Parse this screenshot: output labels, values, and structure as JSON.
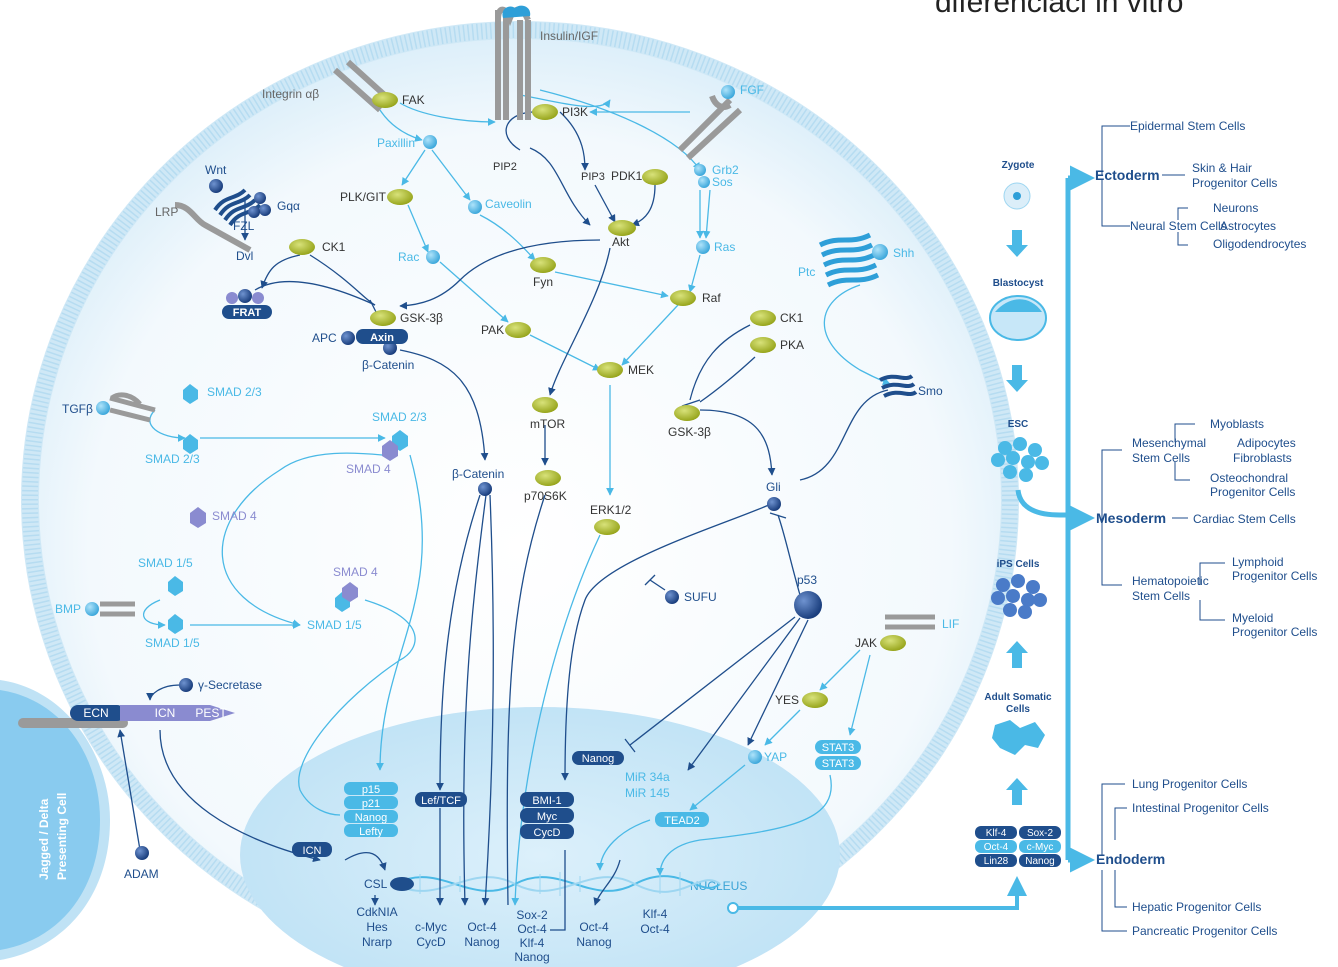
{
  "header": {
    "partial_title": "diferenciaci in vitro"
  },
  "receptors": {
    "insulin": "Insulin/IGF",
    "integrin": "Integrin αβ",
    "fgf": "FGF",
    "wnt": "Wnt",
    "lrp": "LRP",
    "fzl": "FZL",
    "gqa": "Gqα",
    "tgfb": "TGFβ",
    "bmp": "BMP",
    "shh": "Shh",
    "ptc": "Ptc",
    "lif": "LIF",
    "smo": "Smo"
  },
  "kinases": {
    "fak": "FAK",
    "pi3k": "PI3K",
    "paxillin": "Paxillin",
    "pip2": "PIP2",
    "pip3": "PIP3",
    "pdk1": "PDK1",
    "akt": "Akt",
    "grb2": "Grb2",
    "sos": "Sos",
    "plk": "PLK/GIT",
    "caveolin": "Caveolin",
    "rac": "Rac",
    "fyn": "Fyn",
    "ras": "Ras",
    "raf": "Raf",
    "ck1a": "CK1",
    "dvl": "Dvl",
    "frat": "FRAT",
    "gsk3b_a": "GSK-3β",
    "apc": "APC",
    "axin": "Axin",
    "bcat_a": "β-Catenin",
    "pak": "PAK",
    "mek": "MEK",
    "ck1b": "CK1",
    "pka": "PKA",
    "gsk3b_b": "GSK-3β",
    "mtor": "mTOR",
    "p70": "p70S6K",
    "erk": "ERK1/2",
    "bcat_b": "β-Catenin",
    "gli": "Gli",
    "sufu": "SUFU",
    "p53": "p53",
    "jak": "JAK",
    "yes": "YES",
    "yap": "YAP",
    "stat3a": "STAT3",
    "stat3b": "STAT3"
  },
  "smads": {
    "s23a": "SMAD 2/3",
    "s23b": "SMAD 2/3",
    "s23c": "SMAD 2/3",
    "s4a": "SMAD 4",
    "s4b": "SMAD 4",
    "s4c": "SMAD 4",
    "s15a": "SMAD 1/5",
    "s15b": "SMAD 1/5",
    "s15c": "SMAD 1/5"
  },
  "notch": {
    "gamma": "γ-Secretase",
    "ecn": "ECN",
    "icn": "ICN",
    "pest": "PEST",
    "adam": "ADAM",
    "icn2": "ICN",
    "csl": "CSL",
    "jagged1": "Jagged / Delta",
    "jagged2": "Presenting Cell"
  },
  "nucleus": {
    "label": "NUCLEUS",
    "p15": "p15",
    "p21": "p21",
    "nanog": "Nanog",
    "lefty": "Lefty",
    "lef": "Lef/TCF",
    "bmi": "BMI-1",
    "myc": "Myc",
    "cycd": "CycD",
    "nanog2": "Nanog",
    "mir34": "MiR 34a",
    "mir145": "MiR 145",
    "tead": "TEAD2",
    "t1": [
      "CdkNIA",
      "Hes",
      "Nrarp"
    ],
    "t2": [
      "c-Myc",
      "CycD"
    ],
    "t3": [
      "Oct-4",
      "Nanog"
    ],
    "t4": [
      "Sox-2",
      "Oct-4",
      "Klf-4",
      "Nanog"
    ],
    "t5": [
      "Oct-4",
      "Nanog"
    ],
    "t6": [
      "Klf-4",
      "Oct-4"
    ]
  },
  "stem": {
    "zygote": "Zygote",
    "blasto": "Blastocyst",
    "esc": "ESC",
    "ips": "iPS Cells",
    "adult1": "Adult Somatic",
    "adult2": "Cells",
    "f1": "Klf-4",
    "f2": "Sox-2",
    "f3": "Oct-4",
    "f4": "c-Myc",
    "f5": "Lin28",
    "f6": "Nanog"
  },
  "lineages": {
    "ecto": "Ectoderm",
    "meso": "Mesoderm",
    "endo": "Endoderm",
    "epi": "Epidermal Stem Cells",
    "skin1": "Skin & Hair",
    "skin2": "Progenitor Cells",
    "neural": "Neural Stem Cells",
    "neurons": "Neurons",
    "astro": "Astrocytes",
    "oligo": "Oligodendrocytes",
    "mes1": "Mesenchymal",
    "mes2": "Stem Cells",
    "myo": "Myoblasts",
    "adipo": "Adipocytes",
    "fibro": "Fibroblasts",
    "osteo1": "Osteochondral",
    "osteo2": "Progenitor Cells",
    "cardiac": "Cardiac Stem Cells",
    "hema1": "Hematopoietic",
    "hema2": "Stem Cells",
    "lymph1": "Lymphoid",
    "lymph2": "Progenitor Cells",
    "mye1": "Myeloid",
    "mye2": "Progenitor Cells",
    "lung": "Lung Progenitor Cells",
    "intest": "Intestinal Progenitor Cells",
    "hepatic": "Hepatic Progenitor Cells",
    "pancreas": "Pancreatic Progenitor Cells"
  },
  "colors": {
    "cyan": "#4ab9e6",
    "navy": "#1f4e8c",
    "olive": "#a8b52a",
    "grey": "#9a9a9a",
    "purple": "#8a8bd0"
  }
}
